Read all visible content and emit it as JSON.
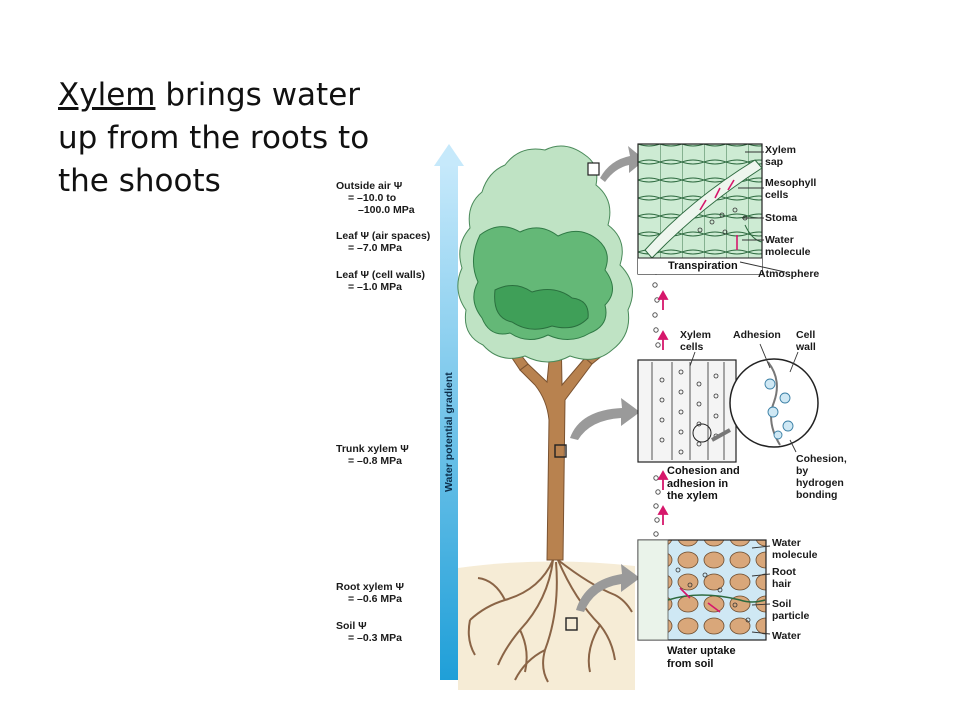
{
  "title": {
    "underlined": "Xylem",
    "line1_rest": " brings water",
    "line2": "up from the roots to",
    "line3": "the shoots"
  },
  "gradient_axis_label": "Water potential gradient",
  "potentials": [
    {
      "id": "outside-air",
      "line1": "Outside air Ψ",
      "line2": "= –10.0 to",
      "line3": "–100.0 MPa"
    },
    {
      "id": "leaf-air",
      "line1": "Leaf Ψ (air spaces)",
      "line2": "= –7.0 MPa"
    },
    {
      "id": "leaf-walls",
      "line1": "Leaf Ψ (cell walls)",
      "line2": "= –1.0 MPa"
    },
    {
      "id": "trunk",
      "line1": "Trunk xylem Ψ",
      "line2": "= –0.8 MPa"
    },
    {
      "id": "root",
      "line1": "Root xylem Ψ",
      "line2": "= –0.6 MPa"
    },
    {
      "id": "soil",
      "line1": "Soil Ψ",
      "line2": "= –0.3 MPa"
    }
  ],
  "panel_top": {
    "caption": "Transpiration",
    "labels": {
      "xylem_sap": "Xylem\nsap",
      "mesophyll": "Mesophyll\ncells",
      "stoma": "Stoma",
      "water_molecule": "Water\nmolecule",
      "atmosphere": "Atmosphere"
    }
  },
  "panel_middle": {
    "caption": "Cohesion and\nadhesion in\nthe xylem",
    "labels": {
      "xylem_cells": "Xylem\ncells",
      "adhesion": "Adhesion",
      "cell_wall": "Cell\nwall",
      "cohesion": "Cohesion,\nby\nhydrogen\nbonding"
    }
  },
  "panel_bottom": {
    "caption": "Water uptake\nfrom soil",
    "labels": {
      "water_molecule": "Water\nmolecule",
      "root_hair": "Root\nhair",
      "soil_particle": "Soil\nparticle",
      "water": "Water"
    }
  },
  "colors": {
    "gradient_top": "#c6e9fb",
    "gradient_bottom": "#1f9fd8",
    "leaf_light": "#bfe3c4",
    "leaf_dark": "#3f9f58",
    "trunk": "#b8824f",
    "soil": "#f6ecd6",
    "arrow_red": "#d6176b",
    "callout_arrow": "#9a9a9a"
  }
}
